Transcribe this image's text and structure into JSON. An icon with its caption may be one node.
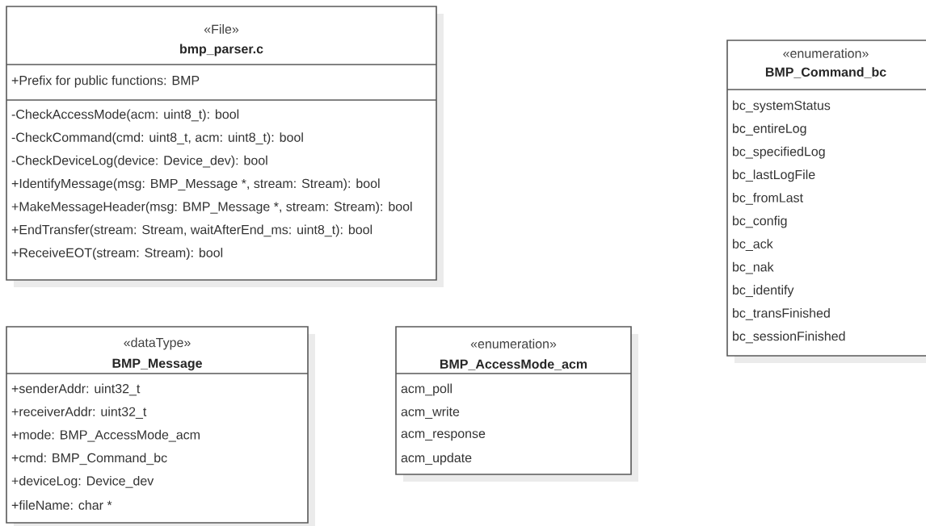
{
  "diagram": {
    "nodes": [
      {
        "text": [
          "«File»",
          "bmp_parser.c",
          "+Prefix for public functions: BMP",
          "-CheckAccessMode(acm: uint8_t): bool",
          "-CheckCommand(cmd: uint8_t, acm: uint8_t): bool",
          "-CheckDeviceLog(device: Device_dev): bool",
          "+IdentifyMessage(msg: BMP_Message *, stream: Stream): bool",
          "+MakeMessageHeader(msg: BMP_Message *, stream: Stream): bool",
          "+EndTransfer(stream: Stream, waitAfterEnd_ms: uint8_t): bool",
          "+ReceiveEOT(stream: Stream): bool"
        ]
      },
      {
        "text": [
          "«enumeration»",
          "BMP_Command_bc",
          "bc_systemStatus",
          "bc_entireLog",
          "bc_specifiedLog",
          "bc_lastLogFile",
          "bc_fromLast",
          "bc_config",
          "bc_ack",
          "bc_nak",
          "bc_identify",
          "bc_transFinished",
          "bc_sessionFinished"
        ]
      },
      {
        "text": [
          "«dataType»",
          "BMP_Message",
          "+senderAddr: uint32_t",
          "+receiverAddr: uint32_t",
          "+mode: BMP_AccessMode_acm",
          "+cmd: BMP_Command_bc",
          "+deviceLog: Device_dev",
          "+fileName: char *"
        ]
      },
      {
        "text": [
          "«enumeration»",
          "BMP_AccessMode_acm",
          "acm_poll",
          "acm_write",
          "acm_response",
          "acm_update"
        ]
      }
    ],
    "edges": []
  }
}
